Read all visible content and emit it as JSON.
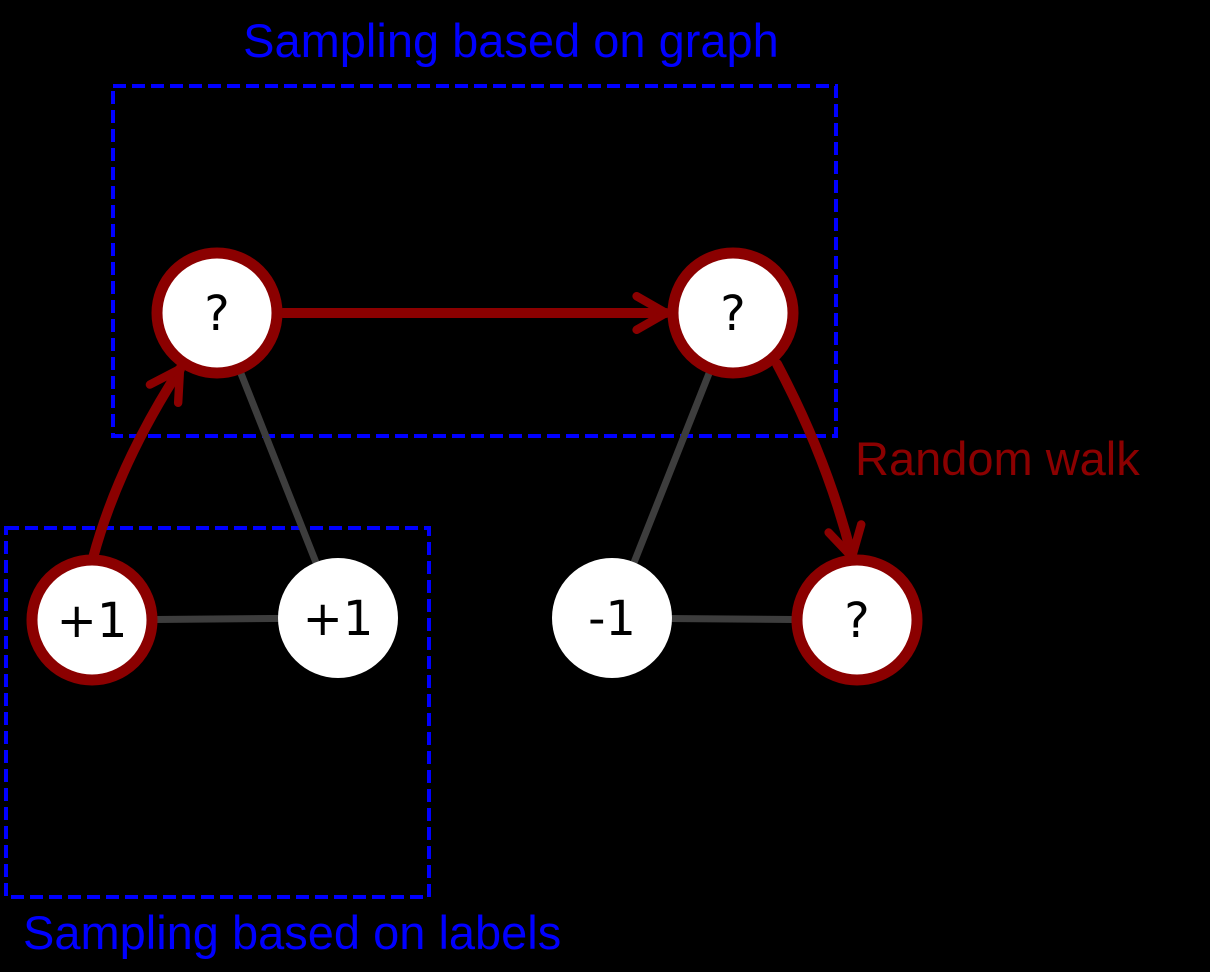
{
  "diagram": {
    "background_color": "#000000",
    "colors": {
      "walk_highlight": "#8b0000",
      "region_annotation": "#0000ff",
      "graph_edge": "#3d3d3d",
      "node_fill": "#ffffff",
      "node_label": "#000000"
    },
    "regions": {
      "graph_sampling": {
        "label": "Sampling based on graph"
      },
      "label_sampling": {
        "label": "Sampling based on labels"
      }
    },
    "random_walk": {
      "label": "Random walk"
    },
    "nodes": [
      {
        "id": "unknown-top-left",
        "label": "?",
        "on_walk": true
      },
      {
        "id": "unknown-top-right",
        "label": "?",
        "on_walk": true
      },
      {
        "id": "positive-bottom-left",
        "label": "+1",
        "on_walk": true
      },
      {
        "id": "positive-bottom-mid",
        "label": "+1",
        "on_walk": false
      },
      {
        "id": "negative-bottom-mid",
        "label": "-1",
        "on_walk": false
      },
      {
        "id": "unknown-bottom-right",
        "label": "?",
        "on_walk": true
      }
    ]
  }
}
